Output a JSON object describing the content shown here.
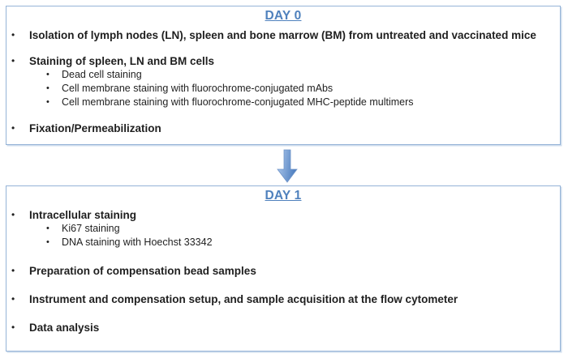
{
  "colors": {
    "accent_blue": "#4F81BD",
    "box_border": "#95B3D7",
    "arrow_light": "#B3CCEE",
    "arrow_dark": "#4E7FC0",
    "arrow_outline": "#6E94C9",
    "text_dark": "#1f1f1f"
  },
  "day0": {
    "title": "DAY 0",
    "items": [
      {
        "level": 1,
        "bold": true,
        "text": "Isolation of lymph nodes (LN), spleen and bone marrow (BM) from untreated and vaccinated mice"
      },
      {
        "level": 1,
        "bold": true,
        "text": "Staining of spleen, LN and BM cells"
      },
      {
        "level": 2,
        "bold": false,
        "text": "Dead cell staining"
      },
      {
        "level": 2,
        "bold": false,
        "text": "Cell membrane staining with fluorochrome-conjugated mAbs"
      },
      {
        "level": 2,
        "bold": false,
        "text": "Cell membrane staining with fluorochrome-conjugated MHC-peptide multimers"
      },
      {
        "level": 1,
        "bold": true,
        "text": "Fixation/Permeabilization"
      }
    ]
  },
  "arrow": {
    "icon": "down-arrow-icon",
    "direction": "down"
  },
  "day1": {
    "title": "DAY 1",
    "items": [
      {
        "level": 1,
        "bold": true,
        "text": "Intracellular staining"
      },
      {
        "level": 2,
        "bold": false,
        "text": "Ki67 staining"
      },
      {
        "level": 2,
        "bold": false,
        "text": "DNA staining with Hoechst 33342"
      },
      {
        "level": 1,
        "bold": true,
        "text": "Preparation of compensation bead samples"
      },
      {
        "level": 1,
        "bold": true,
        "text": "Instrument and compensation setup, and sample acquisition at the flow cytometer"
      },
      {
        "level": 1,
        "bold": true,
        "text": "Data analysis"
      }
    ]
  }
}
